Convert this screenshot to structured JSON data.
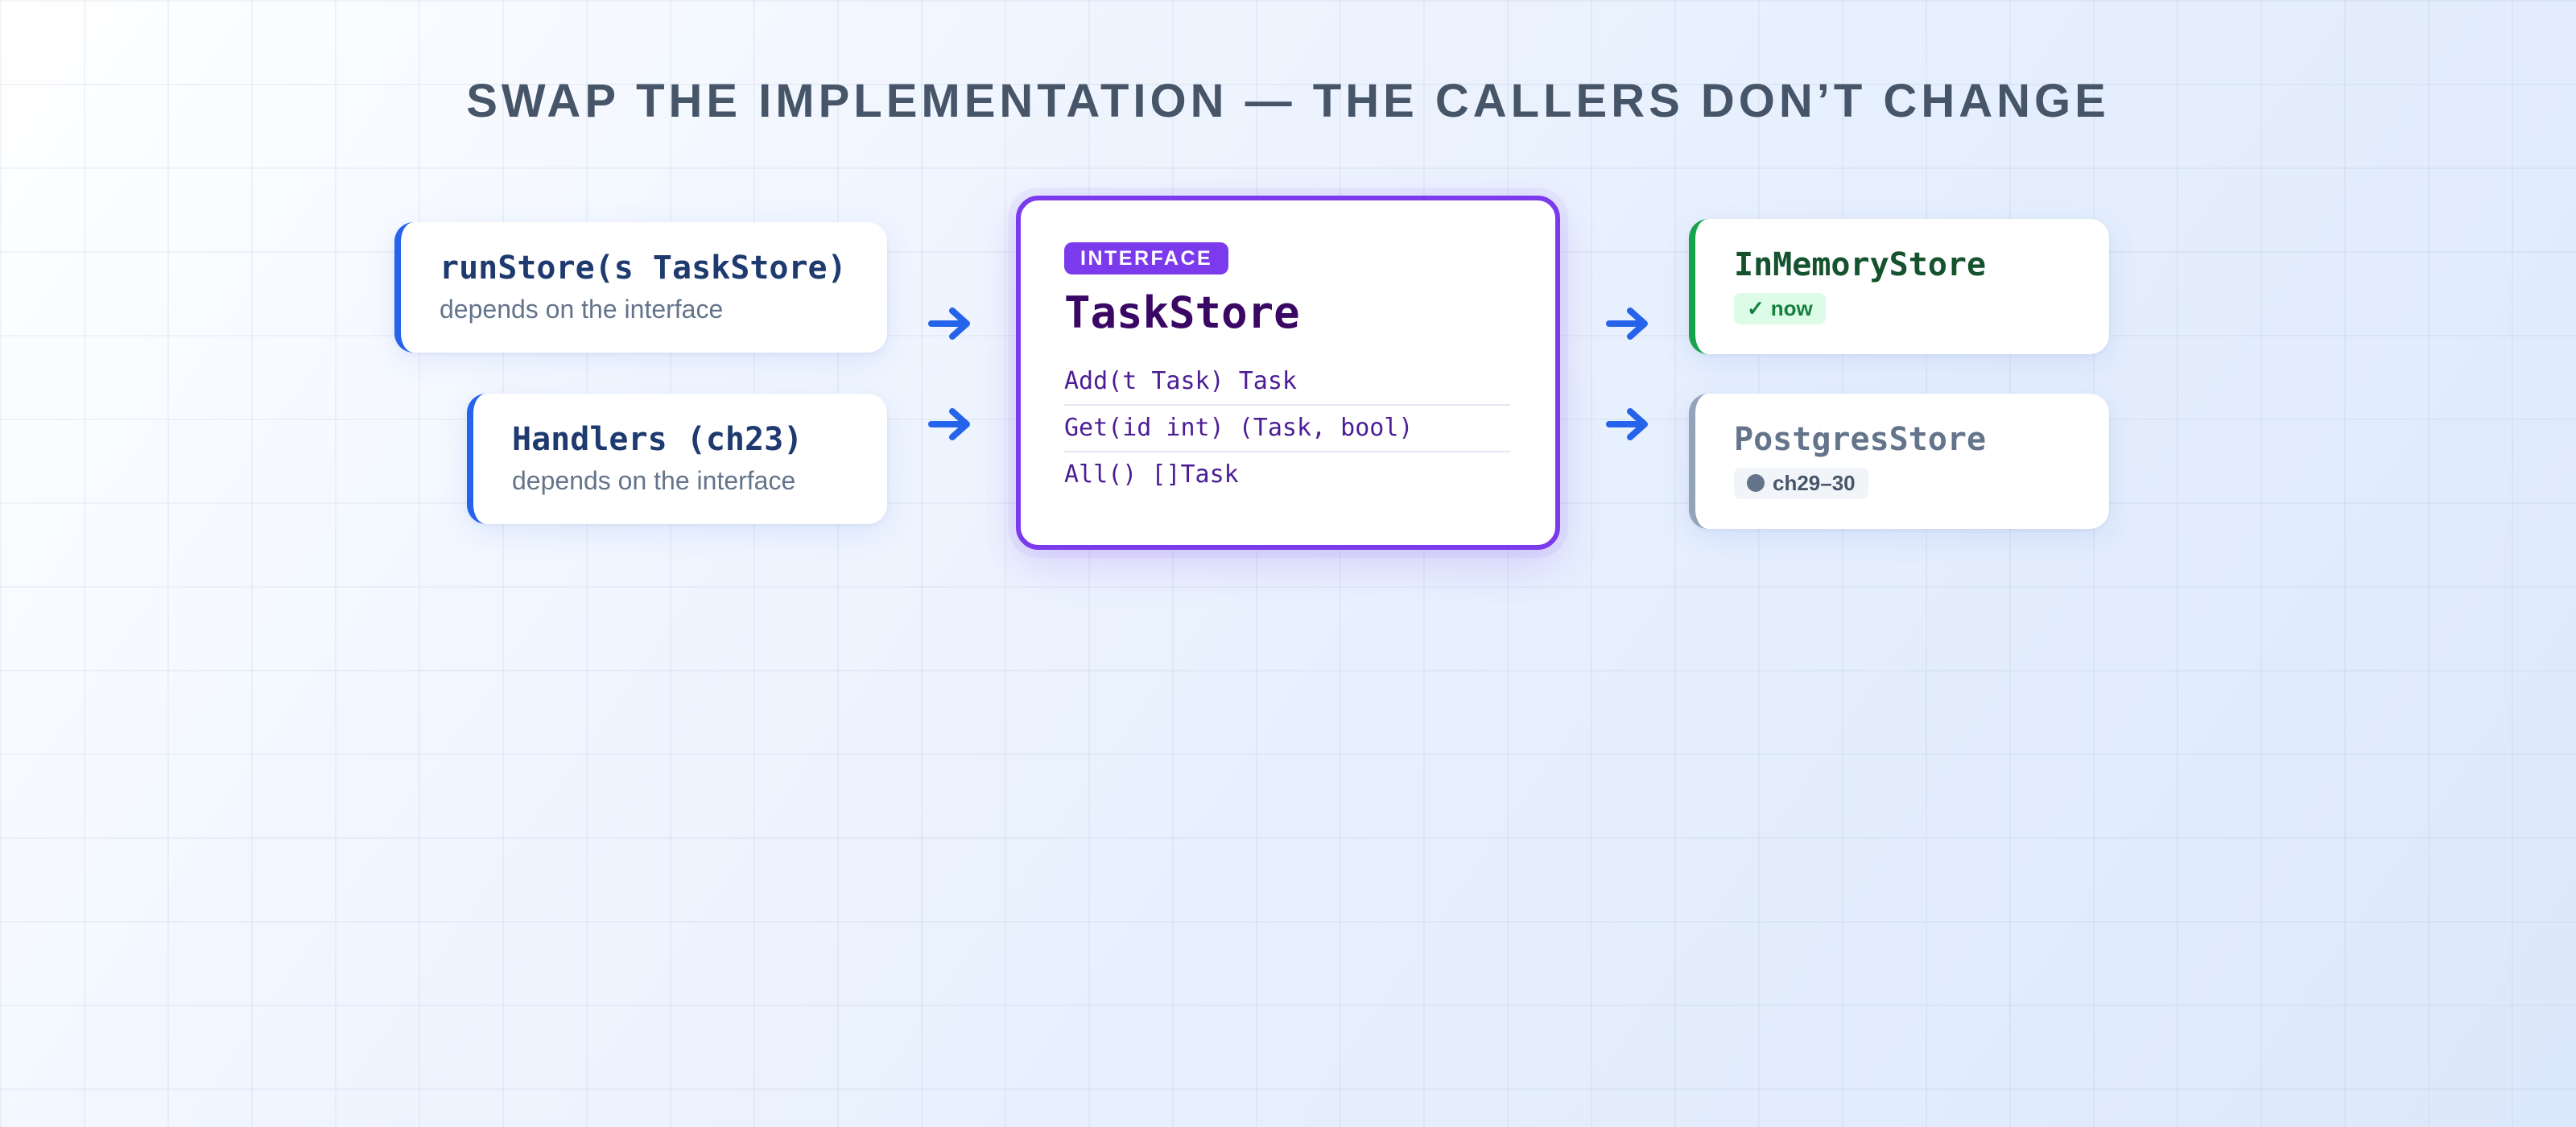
{
  "title": "SWAP THE IMPLEMENTATION — THE CALLERS DON’T CHANGE",
  "callers": [
    {
      "name": "runStore(s TaskStore)",
      "description": "depends on the interface"
    },
    {
      "name": "Handlers (ch23)",
      "description": "depends on the interface"
    }
  ],
  "interface": {
    "badge": "INTERFACE",
    "name": "TaskStore",
    "methods": [
      "Add(t Task) Task",
      "Get(id int) (Task, bool)",
      "All() []Task"
    ]
  },
  "implementations": [
    {
      "name": "InMemoryStore",
      "badge_icon": "✓",
      "badge": "now",
      "status": "current"
    },
    {
      "name": "PostgresStore",
      "badge_icon": "dot",
      "badge": "ch29–30",
      "status": "planned"
    }
  ],
  "colors": {
    "caller_accent": "#2563eb",
    "interface_accent": "#7c3aed",
    "current_accent": "#16a34a",
    "planned_accent": "#94a3b8",
    "arrow": "#2563eb"
  }
}
